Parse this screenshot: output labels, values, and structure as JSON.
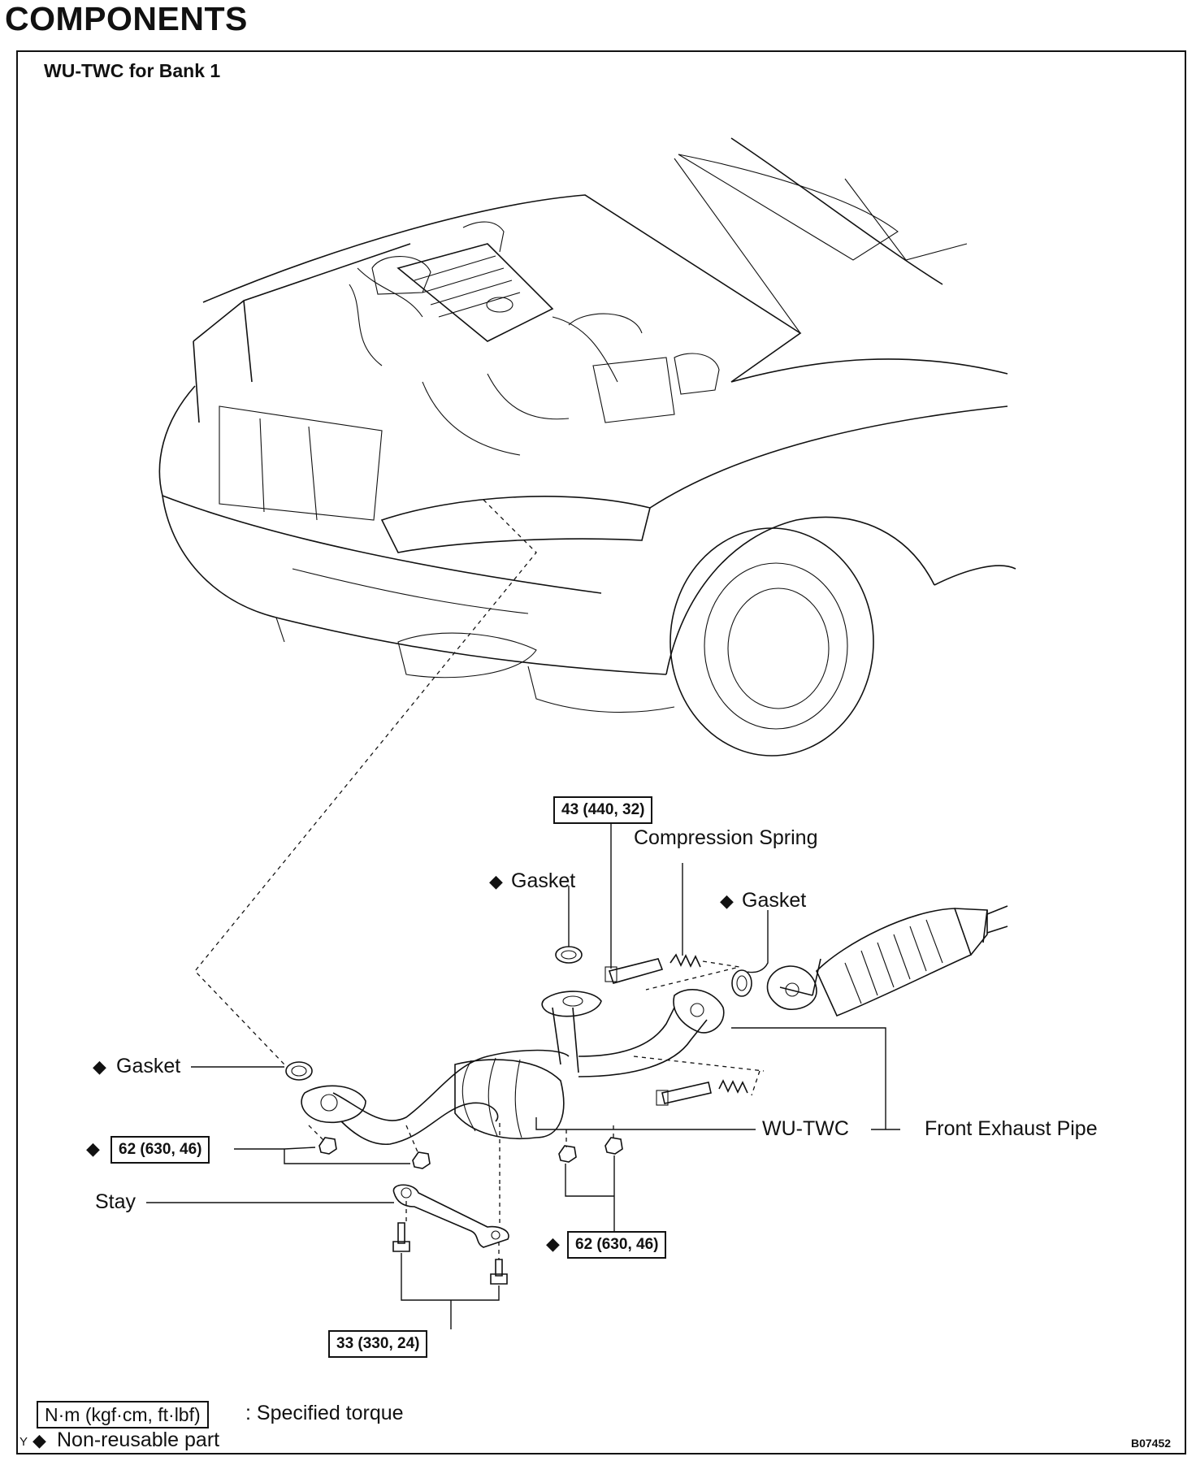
{
  "page": {
    "title": "COMPONENTS",
    "subtitle": "WU-TWC for Bank 1",
    "figure_code": "B07452"
  },
  "labels": {
    "compression_spring": "Compression Spring",
    "gasket_upper": "Gasket",
    "gasket_right": "Gasket",
    "gasket_left": "Gasket",
    "stay": "Stay",
    "wu_twc": "WU-TWC",
    "front_exhaust_pipe": "Front Exhaust Pipe"
  },
  "torque": {
    "t_43": "43 (440, 32)",
    "t_62_left": "62 (630, 46)",
    "t_62_right": "62 (630, 46)",
    "t_33": "33 (330, 24)"
  },
  "legend": {
    "unit_box": "N·m (kgf·cm, ft·lbf)",
    "unit_text": ": Specified torque",
    "nonreusable_text": "Non-reusable part",
    "nonreusable_symbol": "◆",
    "corner_mark": "Y"
  }
}
